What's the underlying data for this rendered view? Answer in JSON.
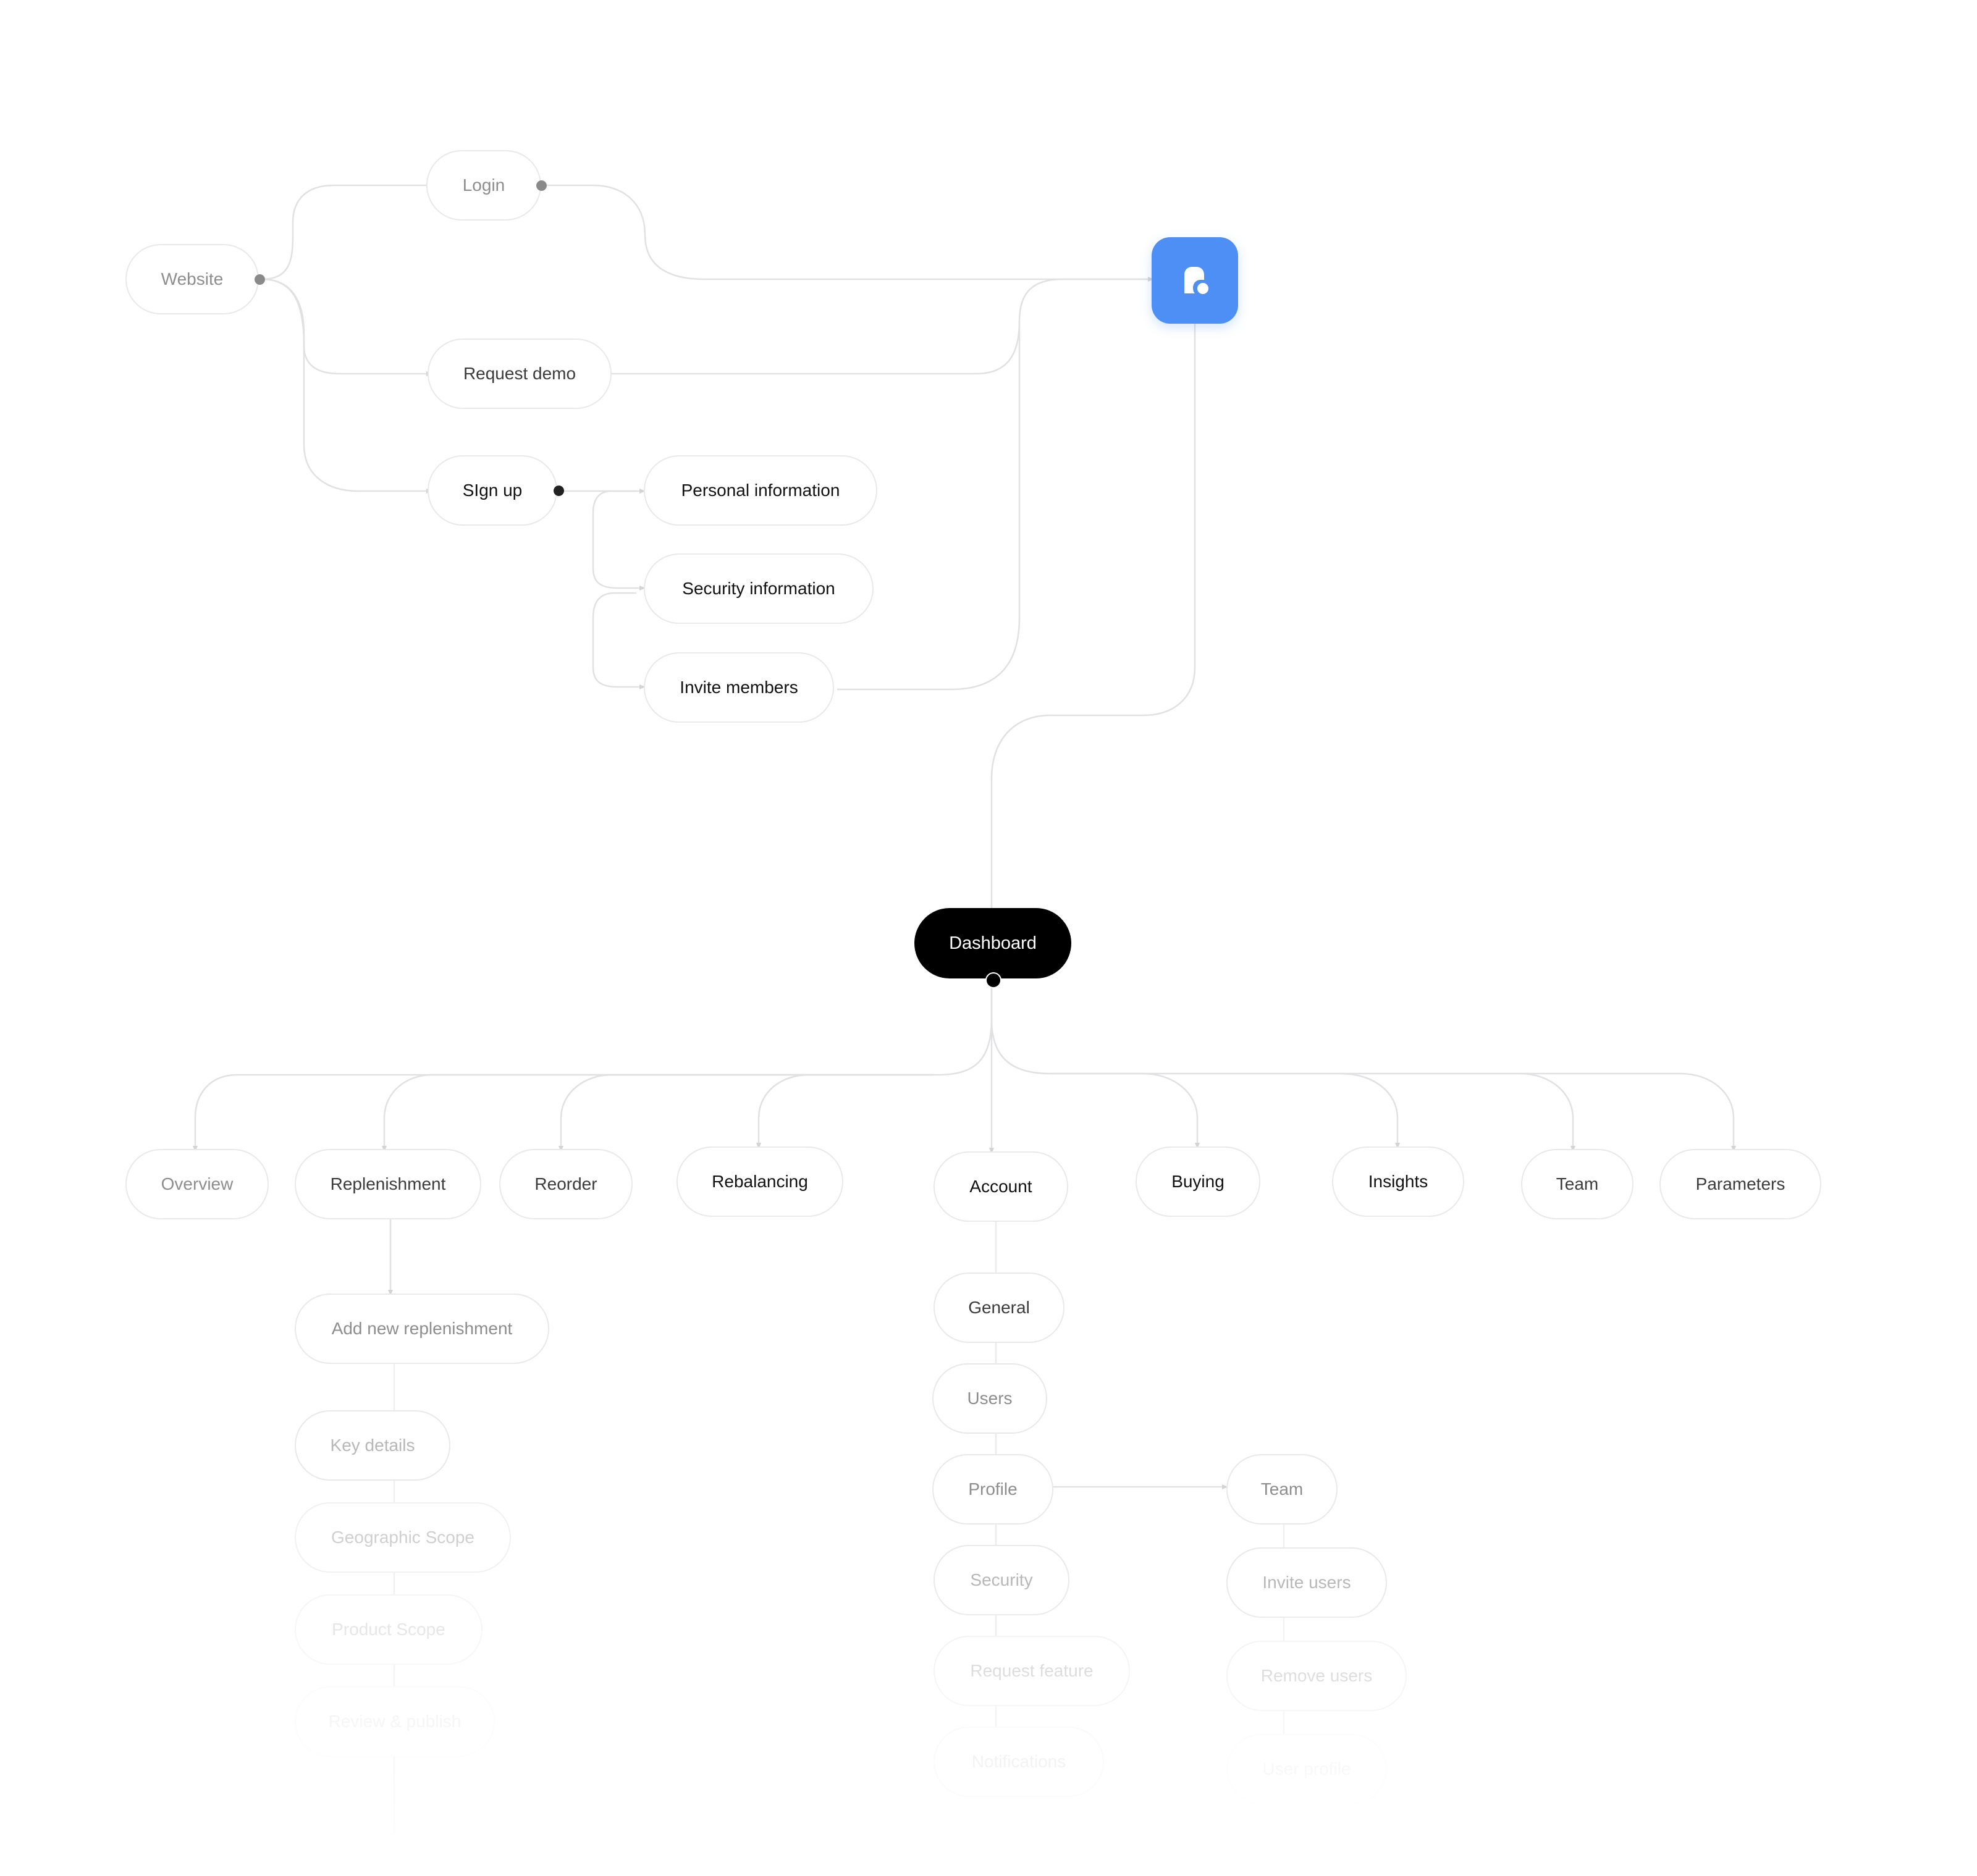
{
  "nodes": {
    "website": "Website",
    "login": "Login",
    "request_demo": "Request demo",
    "sign_up": "SIgn up",
    "personal_information": "Personal information",
    "security_information": "Security information",
    "invite_members": "Invite members",
    "dashboard": "Dashboard",
    "overview": "Overview",
    "replenishment": "Replenishment",
    "reorder": "Reorder",
    "rebalancing": "Rebalancing",
    "account": "Account",
    "buying": "Buying",
    "insights": "Insights",
    "team": "Team",
    "parameters": "Parameters",
    "add_new_replenishment": "Add new replenishment",
    "key_details": "Key details",
    "geographic_scope": "Geographic Scope",
    "product_scope": "Product Scope",
    "review_publish": "Review & publish",
    "general": "General",
    "users": "Users",
    "profile": "Profile",
    "security": "Security",
    "request_feature": "Request feature",
    "notifications": "Notifications",
    "profile_team": "Team",
    "invite_users": "Invite users",
    "remove_users": "Remove users",
    "user_profile": "User profile"
  },
  "app_icon": {
    "name": "app-logo-icon",
    "color": "#4d8ff4"
  },
  "colors": {
    "connector": "#e1e1e4",
    "dashboard": "#000000"
  }
}
